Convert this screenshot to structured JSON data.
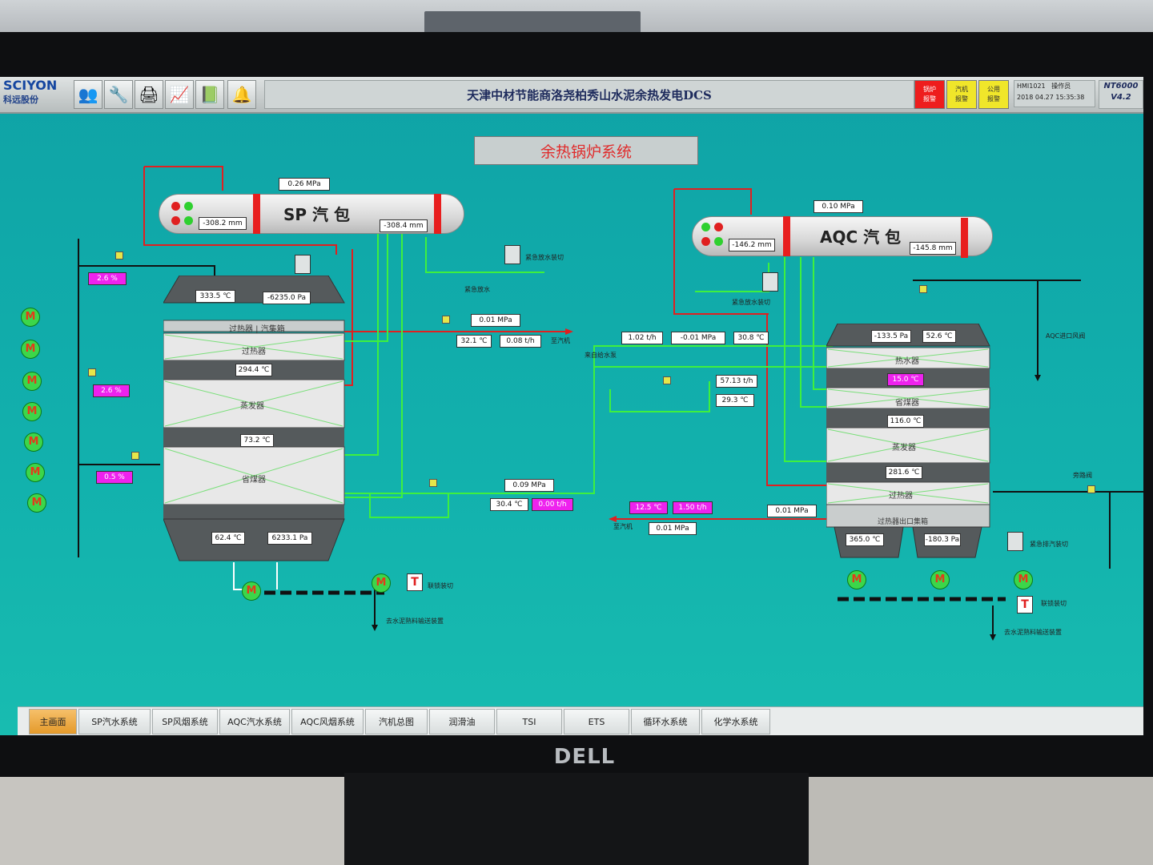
{
  "header": {
    "brand_name": "SCIYON",
    "brand_sub": "科远股份",
    "system_title": "天津中材节能商洛尧柏秀山水泥余热发电DCS",
    "alarms": [
      {
        "label": "锅炉\n报警",
        "color": "#ee1d1d"
      },
      {
        "label": "汽机\n报警",
        "color": "#f0e62a"
      },
      {
        "label": "公用\n报警",
        "color": "#f0e62a"
      }
    ],
    "station": "HMI1021",
    "operator": "操作员",
    "datetime": "2018 04.27  15:35:38",
    "product": "NT6000",
    "version": "V4.2"
  },
  "page_title": "余热锅炉系统",
  "sp_drum": {
    "name": "SP 汽 包",
    "pressure": "0.26 MPa",
    "level_left": "-308.2 mm",
    "level_right": "-308.4 mm"
  },
  "aqc_drum": {
    "name": "AQC 汽 包",
    "pressure": "0.10 MPa",
    "level_left": "-146.2 mm",
    "level_right": "-145.8 mm"
  },
  "sp_boiler": {
    "temp_top": "333.5 ℃",
    "press_top": "-6235.0 Pa",
    "sec_superheater": "过热器 | 汽集箱",
    "sec_gjq": "过热器",
    "temp_294": "294.4 ℃",
    "sec_evap": "蒸发器",
    "temp_73": "73.2 ℃",
    "sec_econ": "省煤器",
    "temp_out": "62.4 ℃",
    "press_out": "6233.1 Pa"
  },
  "aqc_boiler": {
    "press_top": "-133.5 Pa",
    "temp_top": "52.6 ℃",
    "sec_heat": "热水器",
    "temp_magenta": "15.0 ℃",
    "sec_econ": "省煤器",
    "temp_116": "116.0 ℃",
    "sec_evap": "蒸发器",
    "temp_281": "281.6 ℃",
    "sec_super": "过热器",
    "sec_outlet": "过热器出口集箱",
    "temp_out": "365.0 ℃",
    "press_out": "-180.3 Pa"
  },
  "left_values": {
    "v1": "2.6 %",
    "v2": "2.6 %",
    "v3": "0.5 %"
  },
  "mid_values": {
    "sp_steam_press": "0.01 MPa",
    "sp_steam_temp": "32.1 ℃",
    "sp_steam_flow": "0.08 t/h",
    "to_turbine": "至汽机",
    "aqc_flow": "1.02 t/h",
    "aqc_press": "-0.01 MPa",
    "aqc_temp": "30.8 ℃",
    "from_water": "来自给水泵",
    "feed_flow": "57.13 t/h",
    "feed_temp": "29.3 ℃",
    "sp_feed_press": "0.09 MPa",
    "sp_feed_temp": "30.4 ℃",
    "sp_feed_flow": "0.00 t/h",
    "aqc_steam_temp": "12.5 ℃",
    "aqc_steam_flow": "1.50 t/h",
    "aqc_steam_press": "0.01 MPa",
    "to_turbine2": "至汽机",
    "aqc_press2": "0.01 MPa"
  },
  "labels": {
    "sp_emergency": "紧急放水装切",
    "sp_drain": "紧急放水",
    "aqc_emergency": "紧急放水装切",
    "sp_blow": "联锁装切",
    "to_ash": "去水泥熟料输送装置",
    "aqc_inlet": "AQC进口风阀",
    "aqc_bypass": "旁路阀",
    "aqc_vent": "紧急排汽装切",
    "aqc_blow": "联锁装切",
    "to_ash2": "去水泥熟料输送装置"
  },
  "tabs": [
    "主画面",
    "SP汽水系统",
    "SP风烟系统",
    "AQC汽水系统",
    "AQC风烟系统",
    "汽机总图",
    "润滑油",
    "TSI",
    "ETS",
    "循环水系统",
    "化学水系统"
  ],
  "brand_logo": "DELL"
}
